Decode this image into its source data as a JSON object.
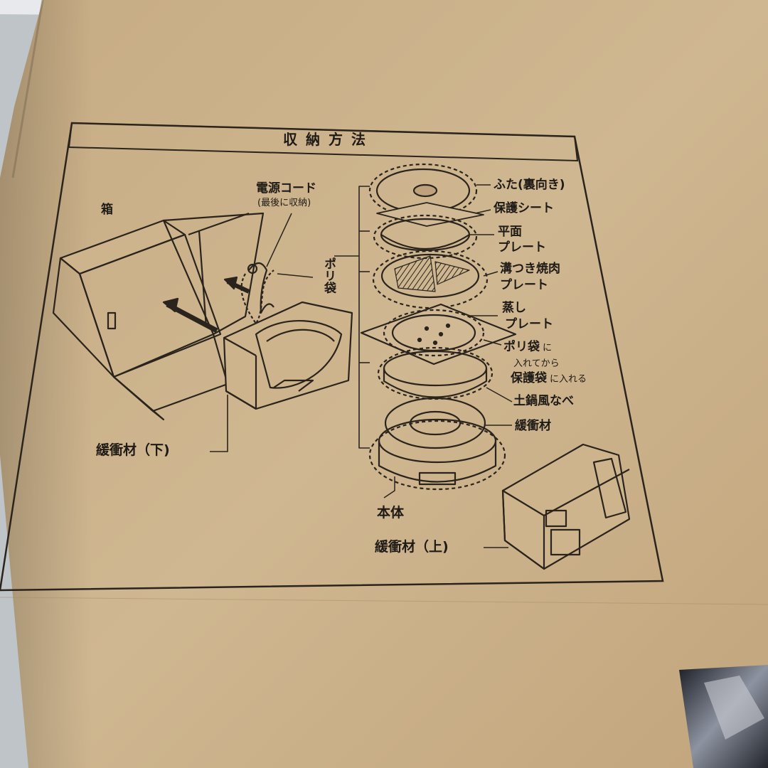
{
  "diagram": {
    "title": "収納方法",
    "left": {
      "box": "箱",
      "cord": "電源コード",
      "cord_note": "(最後に収納)",
      "poly_bag": "ポリ袋",
      "cushion_lower": "緩衝材（下)"
    },
    "stack": {
      "lid": "ふた(裏向き)",
      "protect_sheet": "保護シート",
      "flat_plate_1": "平面",
      "flat_plate_2": "プレート",
      "grill_plate_1": "溝つき焼肉",
      "grill_plate_2": "プレート",
      "steam_plate_1": "蒸し",
      "steam_plate_2": "プレート",
      "bag_note_a": "ポリ袋",
      "bag_note_b": "に",
      "bag_note_c": "入れてから",
      "bag_note_d": "保護袋",
      "bag_note_e": "に入れる",
      "pot": "土鍋風なべ",
      "cushion": "緩衝材",
      "body": "本体",
      "cushion_upper": "緩衝材（上)"
    }
  }
}
